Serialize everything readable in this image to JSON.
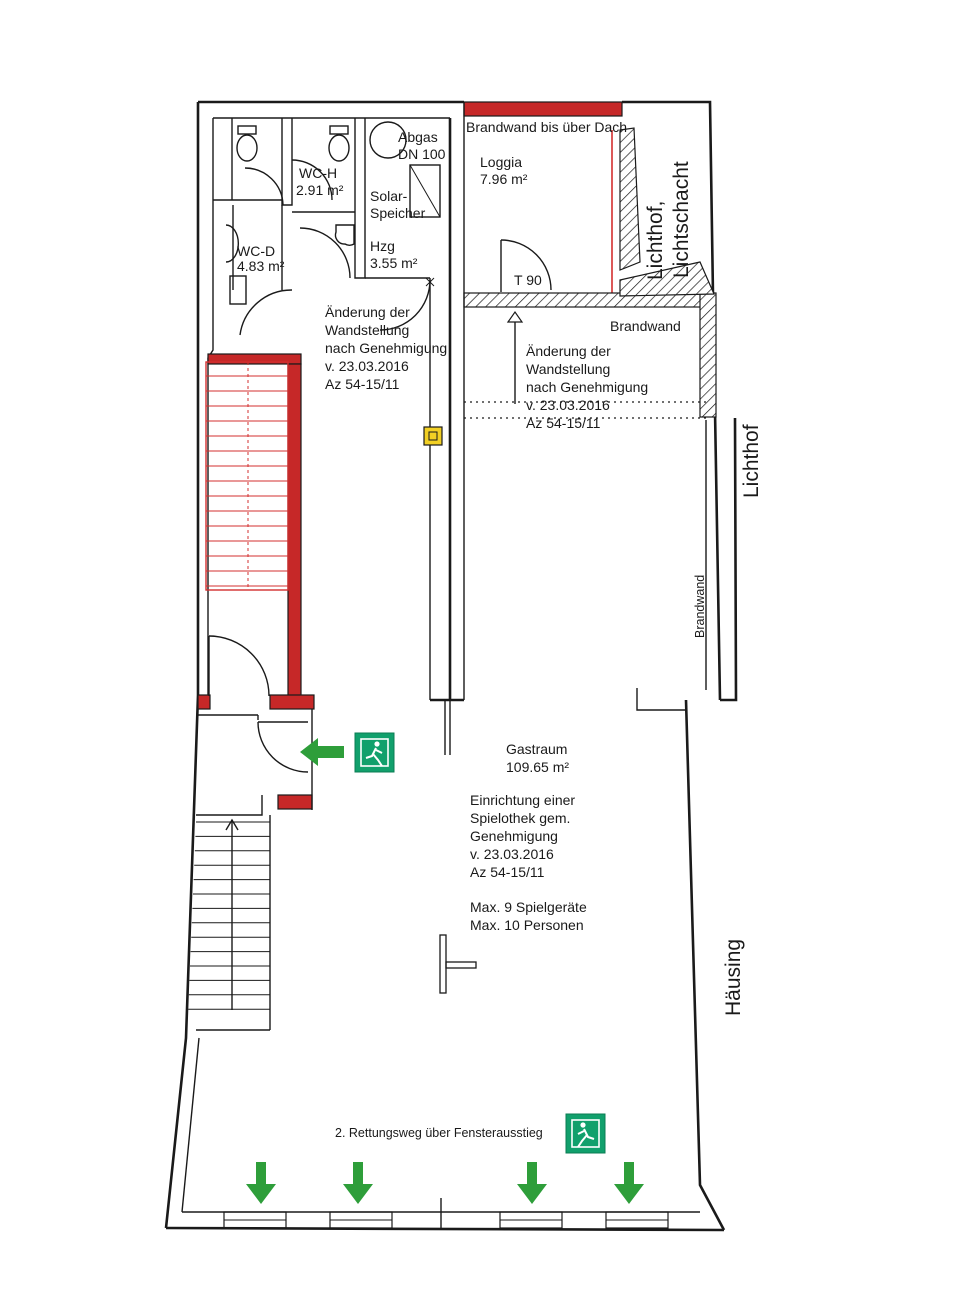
{
  "rooms": {
    "abgas": {
      "line1": "Abgas",
      "line2": "DN 100"
    },
    "wc_h": {
      "line1": "WC-H",
      "line2": "2.91 m²"
    },
    "wc_d": {
      "line1": "WC-D",
      "line2": "4.83 m²"
    },
    "solar": {
      "line1": "Solar-",
      "line2": "Speicher"
    },
    "hzg": {
      "line1": "Hzg",
      "line2": "3.55 m²"
    },
    "loggia": {
      "line1": "Loggia",
      "line2": "7.96 m²"
    },
    "door_t90": "T 90",
    "gastraum": {
      "line1": "Gastraum",
      "line2": "109.65 m²"
    }
  },
  "labels": {
    "brandwand_top": "Brandwand  bis über Dach",
    "brandwand_mid": "Brandwand",
    "brandwand_side": "Brandwand",
    "lichthof_schacht_1": "Lichthof,",
    "lichthof_schacht_2": "Lichtschacht",
    "lichthof_right": "Lichthof",
    "haeusing": "Häusing",
    "rettungsweg": "2. Rettungsweg über Fensterausstieg"
  },
  "notes": {
    "wand_left": [
      "Änderung der",
      "Wandstellung",
      "nach Genehmigung",
      "v. 23.03.2016",
      "Az 54-15/11"
    ],
    "wand_right": [
      "Änderung der",
      "Wandstellung",
      "nach Genehmigung",
      "v. 23.03.2016",
      "Az 54-15/11"
    ],
    "spielothek": [
      "Einrichtung einer",
      "Spielothek gem.",
      "Genehmigung",
      "v. 23.03.2016",
      "Az 54-15/11"
    ],
    "limits": [
      "Max.  9 Spielgeräte",
      "Max.  10 Personen"
    ]
  },
  "colors": {
    "fire_wall": "#c62828",
    "exit_arrow": "#2e9e3a",
    "exit_sign": "#11a06c",
    "marker": "#f2d024"
  }
}
